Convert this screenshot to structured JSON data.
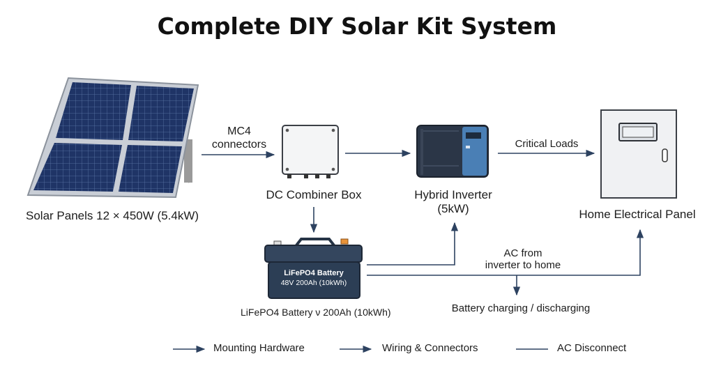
{
  "title": "Complete DIY Solar Kit System",
  "components": {
    "solar_panels": {
      "label": "Solar Panels 12 × 450W (5.4kW)"
    },
    "combiner": {
      "label": "DC Combiner Box"
    },
    "inverter": {
      "label_line1": "Hybrid Inverter",
      "label_line2": "(5kW)"
    },
    "home_panel": {
      "label": "Home Electrical Panel"
    },
    "battery": {
      "face_line1": "LiFePO4 Battery",
      "face_line2": "48V 200Ah (10kWh)",
      "label": "LiFePO4 Battery ν 200Ah (10kWh)"
    }
  },
  "connections": {
    "mc4_line1": "MC4",
    "mc4_line2": "connectors",
    "critical_loads": "Critical Loads",
    "ac_line1": "AC from",
    "ac_line2": "inverter to home",
    "battery_charging": "Battery charging / discharging"
  },
  "legend": [
    {
      "label": "Mounting Hardware",
      "style": "arrow"
    },
    {
      "label": "Wiring & Connectors",
      "style": "arrow"
    },
    {
      "label": "AC Disconnect",
      "style": "line"
    }
  ],
  "colors": {
    "line": "#2d4260",
    "panel_cell": "#22386a",
    "battery": "#2c3e55",
    "inverter_accent": "#4a7fb5"
  }
}
